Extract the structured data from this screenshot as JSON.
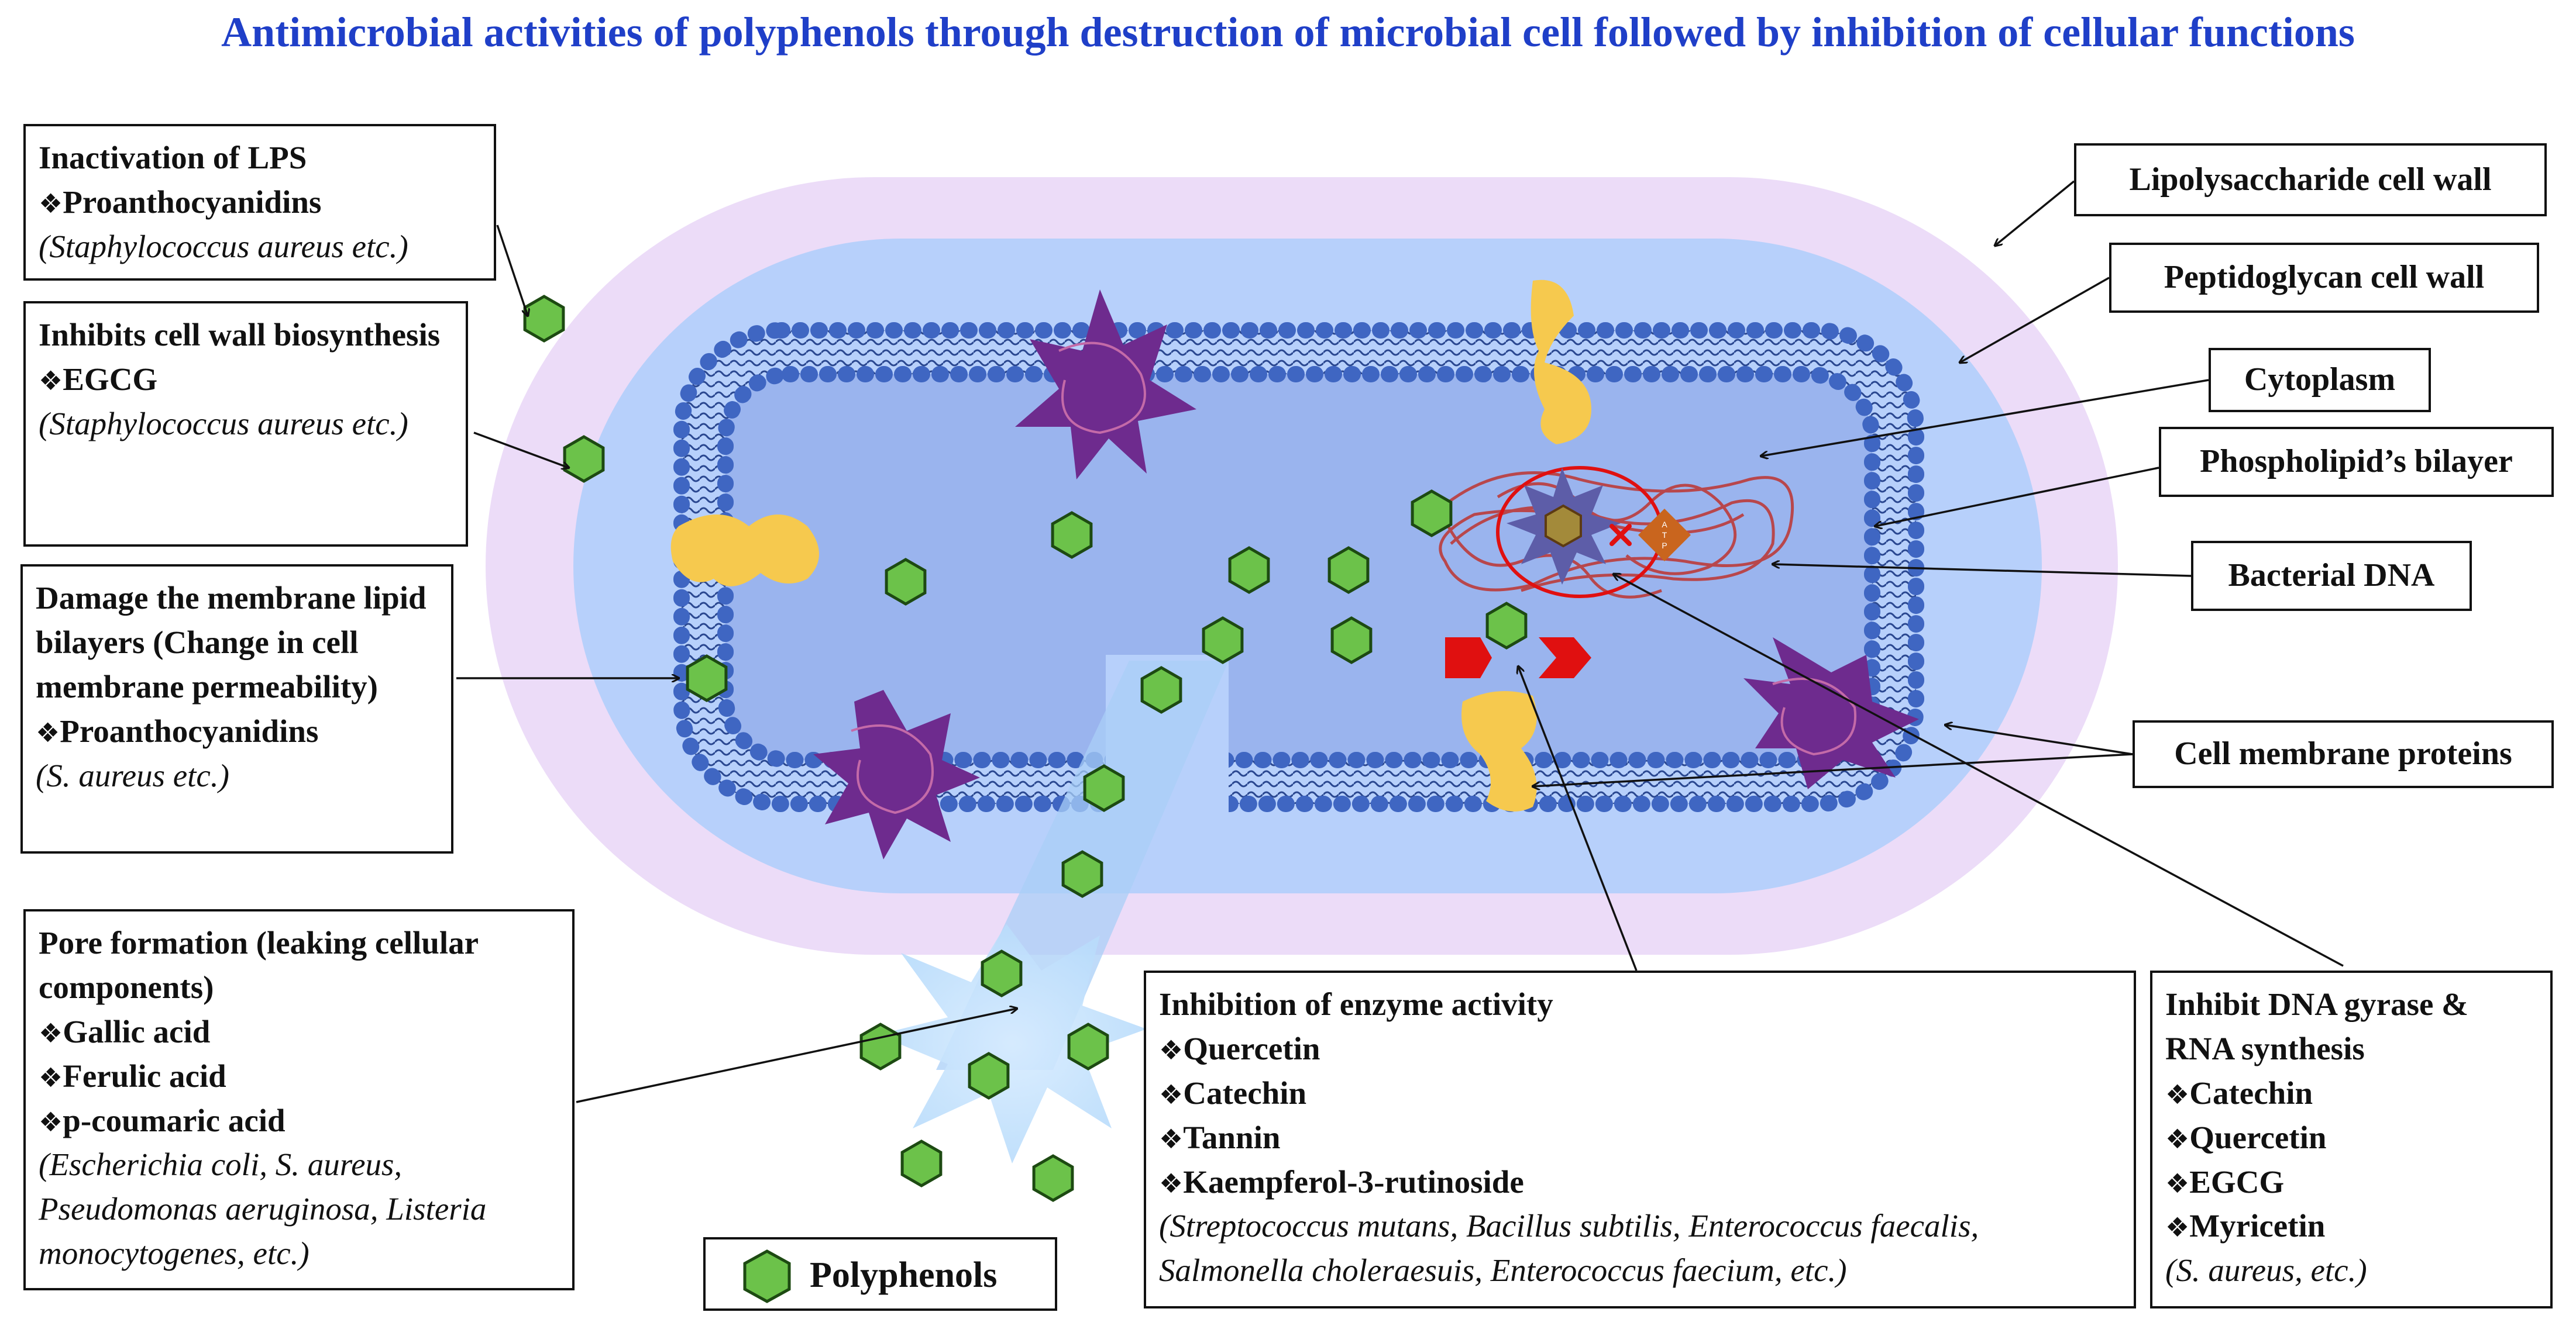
{
  "title": "Antimicrobial activities of polyphenols through destruction of microbial cell followed by inhibition of cellular functions",
  "colors": {
    "title": "#1f3fc8",
    "outer_wall": "#ecdcf8",
    "peptidoglycan": "#b7d0fb",
    "cytoplasm": "#9ab4ee",
    "bilayer_heads": "#3f66c2",
    "polyphenol_fill": "#6cc24a",
    "polyphenol_stroke": "#1d4a12",
    "protein": "#6e2b8e",
    "enzyme": "#f6c94e",
    "dna": "#b8474c",
    "atp": "#c9651e",
    "red_marker": "#e01010"
  },
  "mechanisms": {
    "lps": {
      "heading": "Inactivation of LPS",
      "compounds": [
        "Proanthocyanidins"
      ],
      "organisms": "(Staphylococcus aureus etc.)"
    },
    "cell_wall": {
      "heading": "Inhibits cell wall biosynthesis",
      "compounds": [
        "EGCG"
      ],
      "organisms": "(Staphylococcus aureus etc.)"
    },
    "membrane": {
      "heading": "Damage the membrane lipid bilayers (Change in cell membrane permeability)",
      "compounds": [
        "Proanthocyanidins"
      ],
      "organisms": "(S. aureus etc.)"
    },
    "pore": {
      "heading": "Pore formation (leaking cellular components)",
      "compounds": [
        "Gallic acid",
        "Ferulic acid",
        "p-coumaric acid"
      ],
      "organisms": "(Escherichia coli,   S. aureus, Pseudomonas aeruginosa, Listeria monocytogenes, etc.)"
    },
    "enzyme": {
      "heading": "Inhibition of enzyme activity",
      "compounds": [
        "Quercetin",
        "Catechin",
        "Tannin",
        "Kaempferol-3-rutinoside"
      ],
      "organisms": "(Streptococcus mutans, Bacillus subtilis, Enterococcus faecalis, Salmonella choleraesuis, Enterococcus faecium, etc.)"
    },
    "dna": {
      "heading": "Inhibit DNA gyrase & RNA synthesis",
      "compounds": [
        "Catechin",
        "Quercetin",
        "EGCG",
        "Myricetin"
      ],
      "organisms": "(S. aureus, etc.)"
    }
  },
  "structure_labels": {
    "lps_wall": "Lipolysaccharide cell wall",
    "peptidoglycan": "Peptidoglycan cell wall",
    "cytoplasm": "Cytoplasm",
    "bilayer": "Phospholipid’s bilayer",
    "dna": "Bacterial DNA",
    "proteins": "Cell membrane proteins"
  },
  "atp_letters": [
    "A",
    "T",
    "P"
  ],
  "legend": {
    "label": "Polyphenols",
    "icon": "hexagon-icon"
  }
}
